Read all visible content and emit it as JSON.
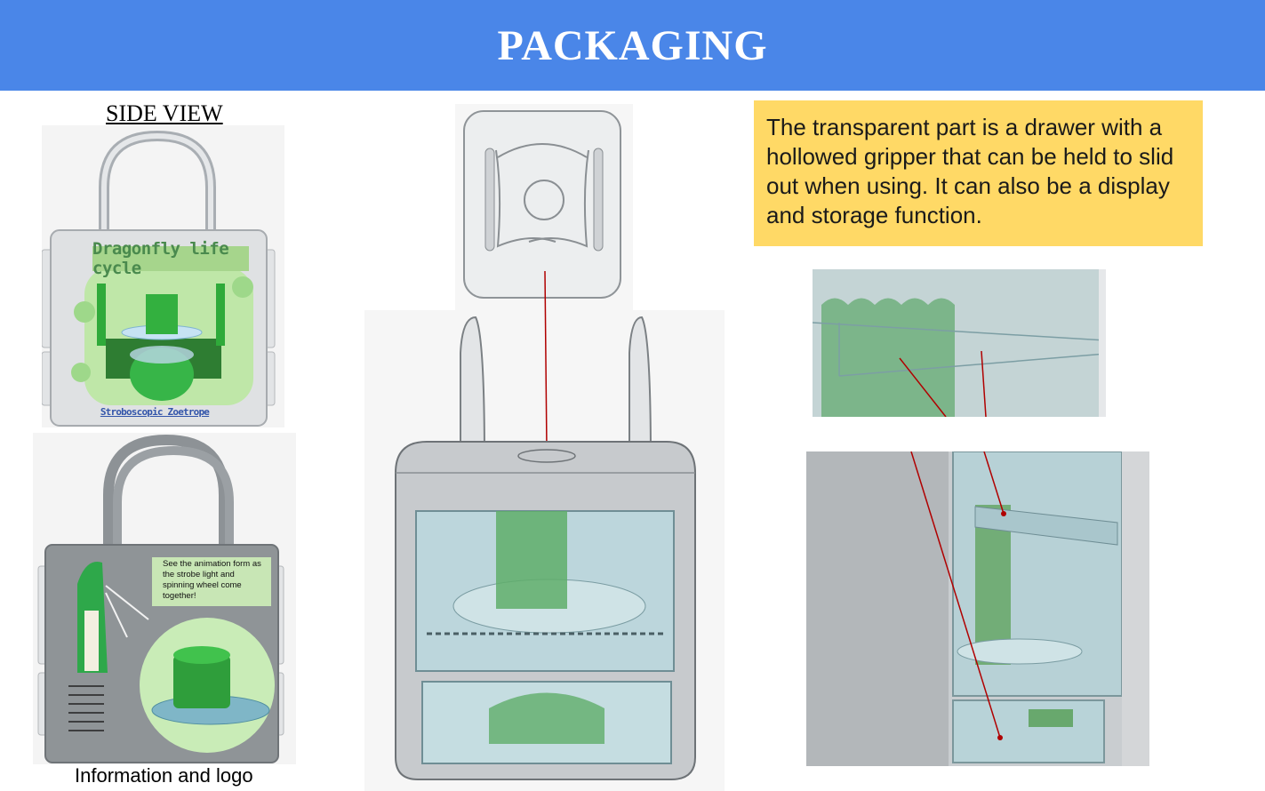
{
  "header": {
    "title": "PACKAGING"
  },
  "side_view": {
    "title": "SIDE VIEW",
    "front_label": "Dragonfly life cycle",
    "front_bottom_label": "Stroboscopic Zoetrope",
    "back_note": "See the animation form as the strobe light and spinning wheel come together!",
    "caption": "Information and logo"
  },
  "description": {
    "text": "The transparent part is a drawer with a hollowed gripper that can be held to slid out when using. It can also be a display and storage function."
  },
  "colors": {
    "banner": "#4a86e8",
    "note_bg": "#ffd966",
    "accent_line": "#b00000"
  }
}
